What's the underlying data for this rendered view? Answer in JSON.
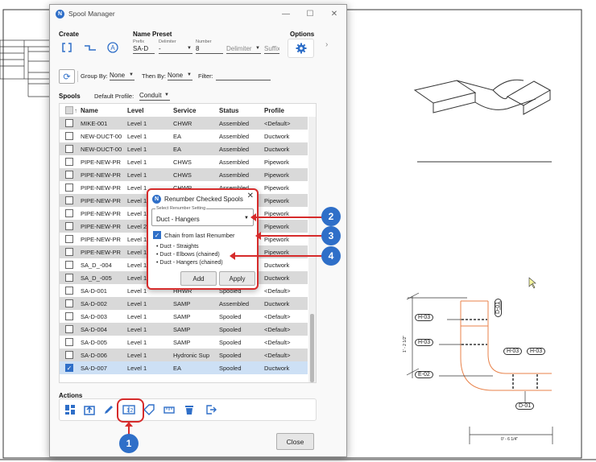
{
  "window": {
    "title": "Spool Manager",
    "minimize": "—",
    "maximize": "☐",
    "close": "✕"
  },
  "create": {
    "label": "Create"
  },
  "name_preset": {
    "label": "Name Preset",
    "prefix_label": "Prefix",
    "prefix_value": "SA-D",
    "delimiter_label": "Delimiter",
    "delimiter_value": "-",
    "number_label": "Number",
    "number_value": "8",
    "delimiter2_placeholder": "Delimiter",
    "suffix_placeholder": "Suffix"
  },
  "options": {
    "label": "Options"
  },
  "filter_bar": {
    "group_by_label": "Group By:",
    "group_by_value": "None",
    "then_by_label": "Then By:",
    "then_by_value": "None",
    "filter_label": "Filter:",
    "filter_value": ""
  },
  "spools": {
    "label": "Spools",
    "default_profile_label": "Default Profile:",
    "default_profile_value": "Conduit",
    "columns": [
      "Name",
      "Level",
      "Service",
      "Status",
      "Profile"
    ],
    "rows": [
      {
        "name": "MIKE-001",
        "level": "Level 1",
        "service": "CHWR",
        "status": "Assembled",
        "profile": "<Default>",
        "checked": false
      },
      {
        "name": "NEW-DUCT-00",
        "level": "Level 1",
        "service": "EA",
        "status": "Assembled",
        "profile": "Ductwork",
        "checked": false
      },
      {
        "name": "NEW-DUCT-00",
        "level": "Level 1",
        "service": "EA",
        "status": "Assembled",
        "profile": "Ductwork",
        "checked": false
      },
      {
        "name": "PIPE-NEW-PR",
        "level": "Level 1",
        "service": "CHWS",
        "status": "Assembled",
        "profile": "Pipework",
        "checked": false
      },
      {
        "name": "PIPE-NEW-PR",
        "level": "Level 1",
        "service": "CHWS",
        "status": "Assembled",
        "profile": "Pipework",
        "checked": false
      },
      {
        "name": "PIPE-NEW-PR",
        "level": "Level 1",
        "service": "CHWR",
        "status": "Assembled",
        "profile": "Pipework",
        "checked": false
      },
      {
        "name": "PIPE-NEW-PR",
        "level": "Level 1",
        "service": "",
        "status": "",
        "profile": "Pipework",
        "checked": false
      },
      {
        "name": "PIPE-NEW-PR",
        "level": "Level 1",
        "service": "",
        "status": "",
        "profile": "Pipework",
        "checked": false
      },
      {
        "name": "PIPE-NEW-PR",
        "level": "Level 2",
        "service": "",
        "status": "",
        "profile": "Pipework",
        "checked": false
      },
      {
        "name": "PIPE-NEW-PR",
        "level": "Level 1",
        "service": "",
        "status": "",
        "profile": "Pipework",
        "checked": false
      },
      {
        "name": "PIPE-NEW-PR",
        "level": "Level 1",
        "service": "",
        "status": "",
        "profile": "Pipework",
        "checked": false
      },
      {
        "name": "SA_D_-004",
        "level": "Level 1",
        "service": "",
        "status": "",
        "profile": "Ductwork",
        "checked": false
      },
      {
        "name": "SA_D_-005",
        "level": "Level 1",
        "service": "",
        "status": "",
        "profile": "Ductwork",
        "checked": false
      },
      {
        "name": "SA-D-001",
        "level": "Level 1",
        "service": "HHWR",
        "status": "Spooled",
        "profile": "<Default>",
        "checked": false
      },
      {
        "name": "SA-D-002",
        "level": "Level 1",
        "service": "SAMP",
        "status": "Assembled",
        "profile": "Ductwork",
        "checked": false
      },
      {
        "name": "SA-D-003",
        "level": "Level 1",
        "service": "SAMP",
        "status": "Spooled",
        "profile": "<Default>",
        "checked": false
      },
      {
        "name": "SA-D-004",
        "level": "Level 1",
        "service": "SAMP",
        "status": "Spooled",
        "profile": "<Default>",
        "checked": false
      },
      {
        "name": "SA-D-005",
        "level": "Level 1",
        "service": "SAMP",
        "status": "Spooled",
        "profile": "<Default>",
        "checked": false
      },
      {
        "name": "SA-D-006",
        "level": "Level 1",
        "service": "Hydronic Sup",
        "status": "Spooled",
        "profile": "<Default>",
        "checked": false
      },
      {
        "name": "SA-D-007",
        "level": "Level 1",
        "service": "EA",
        "status": "Spooled",
        "profile": "Ductwork",
        "checked": true
      }
    ]
  },
  "actions": {
    "label": "Actions"
  },
  "close_button": "Close",
  "dialog": {
    "title": "Renumber Checked Spools",
    "close": "✕",
    "select_label": "Select Renumber Setting",
    "select_value": "Duct - Hangers",
    "chain_label": "Chain from last Renumber",
    "chain_checked": true,
    "list": [
      "• Duct - Straights",
      "• Duct - Elbows (chained)",
      "• Duct - Hangers (chained)"
    ],
    "add_button": "Add",
    "apply_button": "Apply"
  },
  "callouts": [
    "1",
    "2",
    "3",
    "4"
  ],
  "cad": {
    "tags": [
      "H-03",
      "H-03",
      "H-03",
      "H-03",
      "E-02",
      "D-01",
      "D-01"
    ],
    "dim_vertical": "1' - 2 1/2\"",
    "dim_horizontal": "0' - 6 1/4\""
  },
  "colors": {
    "accent": "#2f6fc8",
    "highlight": "#d62b2b",
    "row_alt": "#d9d9d9",
    "row_selected": "#cde0f5",
    "duct_orange": "#e8824a"
  }
}
